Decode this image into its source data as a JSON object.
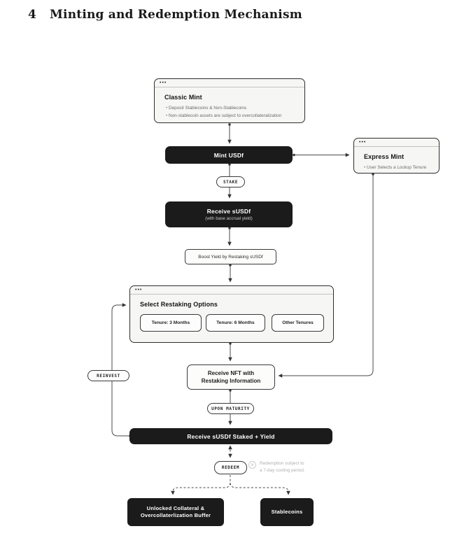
{
  "heading": {
    "number": "4",
    "title": "Minting and Redemption Mechanism"
  },
  "icons": {
    "window_dots": "•••",
    "note_asterisk": "✳"
  },
  "colors": {
    "node_black": "#1b1b1b",
    "card_bg": "#f6f6f4",
    "line": "#3d3d3d",
    "note_text": "#b0b0b0"
  },
  "flowchart": {
    "classic_mint": {
      "title": "Classic Mint",
      "bullets": [
        "Deposit Stablecoins & Non-Stablecoins",
        "Non-stablecoin assets are subject to overcollateralization"
      ]
    },
    "mint_usdf": {
      "label": "Mint USDf"
    },
    "express_mint": {
      "title": "Express Mint",
      "bullets": [
        "User Selects a Lockup Tenure"
      ]
    },
    "stake": {
      "label": "STAKE"
    },
    "receive_susdf": {
      "label": "Receive sUSDf",
      "sublabel": "(with base accrual yield)"
    },
    "boost_yield": {
      "label": "Boost Yield by Restaking sUSDf"
    },
    "select_restaking": {
      "title": "Select Restaking Options",
      "options": [
        "Tenure: 3 Months",
        "Tenure: 6 Months",
        "Other Tenures"
      ]
    },
    "receive_nft": {
      "line1": "Receive NFT with",
      "line2": "Restaking Information"
    },
    "upon_maturity": {
      "label": "UPON MATURITY"
    },
    "receive_staked_yield": {
      "label": "Receive sUSDf Staked + Yield"
    },
    "reinvest": {
      "label": "REINVEST"
    },
    "redeem": {
      "label": "REDEEM"
    },
    "redemption_note": {
      "line1": "Redemption subject to",
      "line2": "a 7-day cooling period."
    },
    "unlocked_collateral": {
      "line1": "Unlocked Collateral &",
      "line2": "Overcollaterlization Buffer"
    },
    "stablecoins": {
      "label": "Stablecoins"
    }
  }
}
